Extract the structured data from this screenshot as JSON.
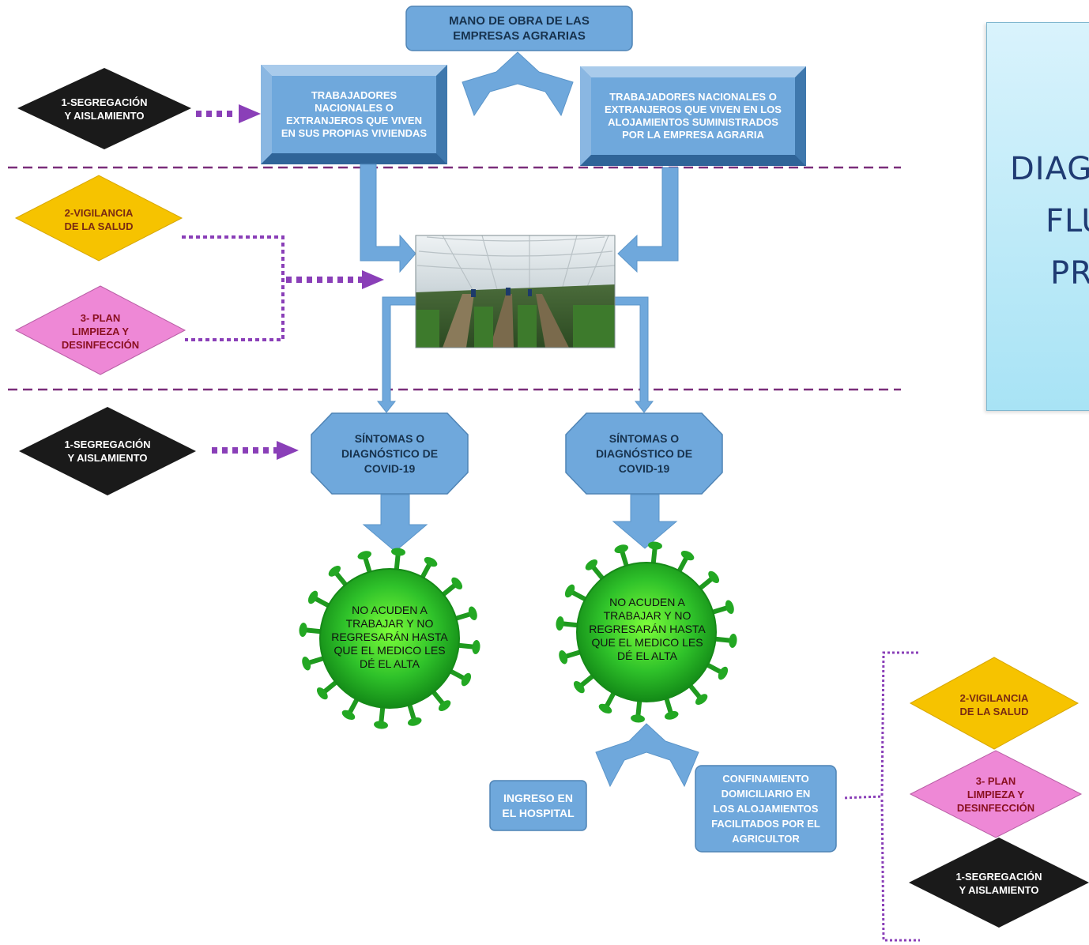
{
  "top_box": {
    "line1": "MANO DE OBRA DE LAS",
    "line2": "EMPRESAS AGRARIAS"
  },
  "left_worker_box": {
    "lines": [
      "TRABAJADORES",
      "NACIONALES O",
      "EXTRANJEROS QUE VIVEN",
      "EN SUS PROPIAS VIVIENDAS"
    ]
  },
  "right_worker_box": {
    "lines": [
      "TRABAJADORES NACIONALES O",
      "EXTRANJEROS QUE VIVEN EN LOS",
      "ALOJAMIENTOS SUMINISTRADOS",
      "POR LA EMPRESA AGRARIA"
    ]
  },
  "diamonds": {
    "seg": {
      "line1": "1-SEGREGACIÓN",
      "line2": "Y AISLAMIENTO"
    },
    "vig": {
      "line1": "2-VIGILANCIA",
      "line2": "DE LA SALUD"
    },
    "plan": {
      "line1": "3- PLAN",
      "line2": "LIMPIEZA Y",
      "line3": "DESINFECCIÓN"
    }
  },
  "symptom_box": {
    "line1": "SÍNTOMAS O",
    "line2": "DIAGNÓSTICO DE",
    "line3": "COVID-19"
  },
  "virus": {
    "lines": [
      "NO ACUDEN A",
      "TRABAJAR Y NO",
      "REGRESARÁN HASTA",
      "QUE EL MEDICO LES",
      "DÉ EL ALTA"
    ]
  },
  "hospital_box": {
    "line1": "INGRESO EN",
    "line2": "EL HOSPITAL"
  },
  "confinement_box": {
    "lines": [
      "CONFINAMIENTO",
      "DOMICILIARIO EN",
      "LOS ALOJAMIENTOS",
      "FACILITADOS POR EL",
      "AGRICULTOR"
    ]
  },
  "title_panel": {
    "line1": "DIAG",
    "line2": "FLU",
    "line3": "PR"
  },
  "colors": {
    "box_blue": "#6fa8dc",
    "arrow_blue": "#6fa8dc",
    "divider_purple": "#7a2e7a",
    "dotted_purple": "#8a3fb8",
    "diamond_black": "#1a1a1a",
    "diamond_yellow": "#f6c300",
    "diamond_pink": "#ee88d6",
    "virus_green": "#2fb62f"
  }
}
